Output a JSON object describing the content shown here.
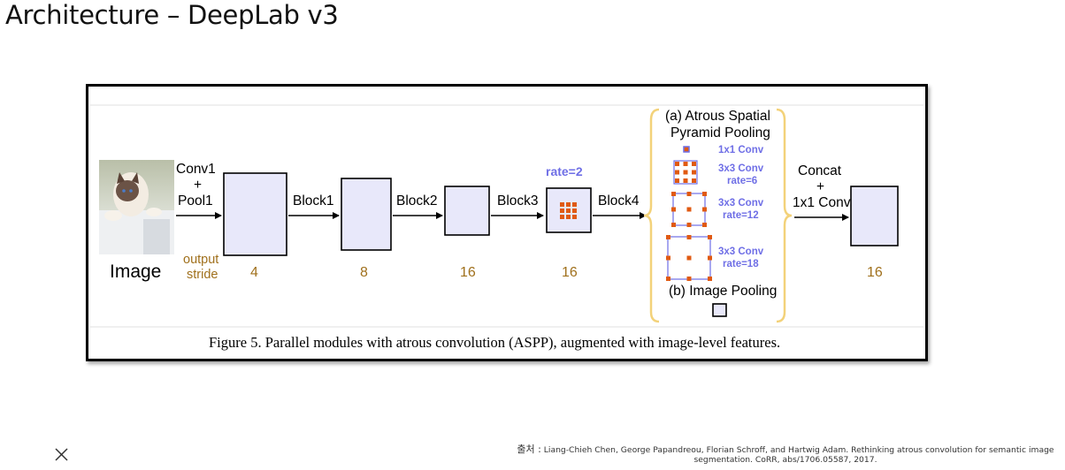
{
  "title": "Architecture – DeepLab v3",
  "diagram": {
    "input_label": "Image",
    "stem_label_lines": [
      "Conv1",
      "+",
      "Pool1"
    ],
    "output_stride_lines": [
      "output",
      "stride"
    ],
    "blocks": [
      {
        "edge_label": "Block1",
        "stride": "4"
      },
      {
        "edge_label": "Block2",
        "stride": "8"
      },
      {
        "edge_label": "Block3",
        "stride": "16"
      },
      {
        "edge_label": "Block4",
        "stride": "16"
      }
    ],
    "block4_rate": "rate=2",
    "aspp_title_lines": [
      "(a) Atrous Spatial",
      "Pyramid Pooling"
    ],
    "aspp_branches": [
      {
        "label_lines": [
          "1x1 Conv"
        ]
      },
      {
        "label_lines": [
          "3x3 Conv",
          "rate=6"
        ]
      },
      {
        "label_lines": [
          "3x3 Conv",
          "rate=12"
        ]
      },
      {
        "label_lines": [
          "3x3 Conv",
          "rate=18"
        ]
      }
    ],
    "image_pooling_label": "(b) Image Pooling",
    "concat_label_lines": [
      "Concat",
      "+",
      "1x1 Conv"
    ],
    "output_stride": "16",
    "caption": "Figure 5. Parallel modules with atrous convolution (ASPP), augmented with image-level features."
  },
  "colors": {
    "feature_fill": "#e8e8fa",
    "dot_fill": "#e05a12",
    "aspp_blue": "#6f6fe6",
    "brace_yellow": "#f3d27a",
    "stride_brown": "#a0701c"
  },
  "footer": {
    "source_prefix": "출처 :",
    "source_text": "Liang-Chieh Chen, George Papandreou, Florian Schroff, and Hartwig Adam. Rethinking atrous convolution for semantic image segmentation. CoRR, abs/1706.05587, 2017.",
    "close_icon": "close-icon"
  }
}
